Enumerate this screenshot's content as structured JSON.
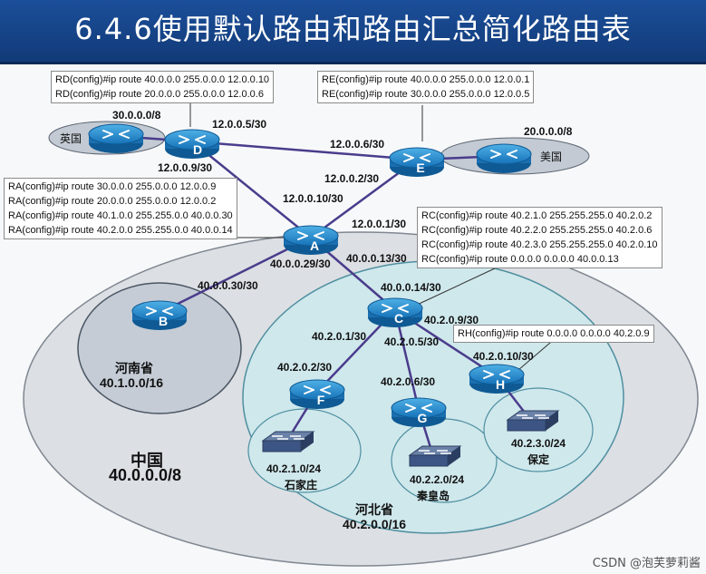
{
  "title": "6.4.6使用默认路由和路由汇总简化路由表",
  "routers": {
    "A": "A",
    "B": "B",
    "C": "C",
    "D": "D",
    "E": "E",
    "F": "F",
    "G": "G",
    "H": "H"
  },
  "configs": {
    "RD": [
      "RD(config)#ip route 40.0.0.0 255.0.0.0 12.0.0.10",
      "RD(config)#ip route 20.0.0.0 255.0.0.0 12.0.0.6"
    ],
    "RE": [
      "RE(config)#ip route 40.0.0.0 255.0.0.0 12.0.0.1",
      "RE(config)#ip route 30.0.0.0 255.0.0.0 12.0.0.5"
    ],
    "RA": [
      "RA(config)#ip route 30.0.0.0 255.0.0.0 12.0.0.9",
      "RA(config)#ip route 20.0.0.0 255.0.0.0 12.0.0.2",
      "RA(config)#ip route 40.1.0.0 255.255.0.0 40.0.0.30",
      "RA(config)#ip route 40.2.0.0 255.255.0.0 40.0.0.14"
    ],
    "RC": [
      "RC(config)#ip route 40.2.1.0 255.255.255.0 40.2.0.2",
      "RC(config)#ip route 40.2.2.0 255.255.255.0 40.2.0.6",
      "RC(config)#ip route 40.2.3.0 255.255.255.0 40.2.0.10",
      "RC(config)#ip route 0.0.0.0 0.0.0.0 40.0.0.13"
    ],
    "RH": [
      "RH(config)#ip route 0.0.0.0 0.0.0.0 40.2.0.9"
    ]
  },
  "links": {
    "d_uk": "30.0.0.0/8",
    "d_e": "12.0.0.5/30",
    "e_d": "12.0.0.6/30",
    "e_us": "20.0.0.0/8",
    "e_a": "12.0.0.2/30",
    "d_a": "12.0.0.9/30",
    "a_d": "12.0.0.10/30",
    "a_e": "12.0.0.1/30",
    "a_c": "40.0.0.13/30",
    "a_b": "40.0.0.29/30",
    "b_a": "40.0.0.30/30",
    "c_a": "40.0.0.14/30",
    "c_f": "40.2.0.1/30",
    "c_g": "40.2.0.5/30",
    "c_h": "40.2.0.9/30",
    "f_c": "40.2.0.2/30",
    "g_c": "40.2.0.6/30",
    "h_c": "40.2.0.10/30"
  },
  "regions": {
    "uk": "英国",
    "us": "美国",
    "henan": {
      "name": "河南省",
      "net": "40.1.0.0/16"
    },
    "china": {
      "name": "中国",
      "net": "40.0.0.0/8"
    },
    "hebei": {
      "name": "河北省",
      "net": "40.2.0.0/16"
    },
    "shijiazhuang": {
      "name": "石家庄",
      "net": "40.2.1.0/24"
    },
    "qinhuangdao": {
      "name": "秦皇岛",
      "net": "40.2.2.0/24"
    },
    "baoding": {
      "name": "保定",
      "net": "40.2.3.0/24"
    }
  },
  "watermark": "CSDN @泡芙萝莉酱"
}
